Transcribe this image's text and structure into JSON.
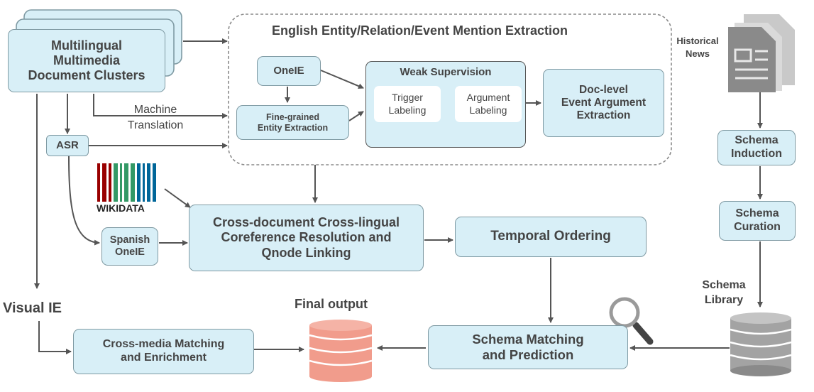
{
  "inputs": {
    "clusters": [
      "Multilingual",
      "Multimedia",
      "Document Clusters"
    ],
    "historical_news": [
      "Historical",
      "News"
    ]
  },
  "english_extraction": {
    "title": "English Entity/Relation/Event Mention Extraction",
    "oneie": "OneIE",
    "fine_grained": [
      "Fine-grained",
      "Entity Extraction"
    ],
    "weak_supervision": {
      "title": "Weak Supervision",
      "trigger": [
        "Trigger",
        "Labeling"
      ],
      "argument": [
        "Argument",
        "Labeling"
      ]
    },
    "doc_level": [
      "Doc-level",
      "Event Argument",
      "Extraction"
    ]
  },
  "edge_labels": {
    "machine_translation": [
      "Machine",
      "Translation"
    ]
  },
  "asr": "ASR",
  "wikidata_logo_text": "WIKIDATA",
  "spanish_oneie": [
    "Spanish",
    "OneIE"
  ],
  "coref": [
    "Cross-document Cross-lingual",
    "Coreference Resolution and",
    "Qnode Linking"
  ],
  "temporal": "Temporal Ordering",
  "schema_induction": [
    "Schema",
    "Induction"
  ],
  "schema_curation": [
    "Schema",
    "Curation"
  ],
  "schema_library": [
    "Schema",
    "Library"
  ],
  "visual_ie": "Visual IE",
  "cross_media": [
    "Cross-media Matching",
    "and Enrichment"
  ],
  "final_output": "Final output",
  "schema_matching": [
    "Schema Matching",
    "and Prediction"
  ],
  "colors": {
    "box_fill": "#d8eff7",
    "box_border": "#7f9aa3",
    "arrow": "#555555",
    "final_output_db": "#f19c8c",
    "schema_library_db": "#a9a9a9",
    "document_icon": "#8a8a8a"
  },
  "icons": [
    "document-icon",
    "wikidata-barcode-icon",
    "magnifier-icon",
    "database-icon"
  ]
}
